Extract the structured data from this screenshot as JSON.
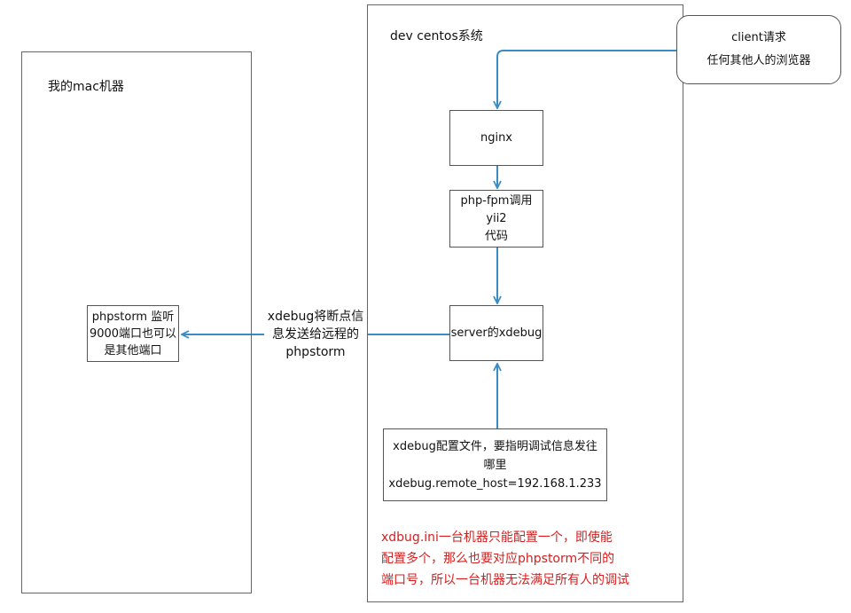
{
  "left_panel": {
    "title": "我的mac机器"
  },
  "right_panel": {
    "title": "dev centos系统"
  },
  "client": {
    "line1": "client请求",
    "line2": "任何其他人的浏览器"
  },
  "nodes": {
    "nginx": "nginx",
    "phpfpm": {
      "line1": "php-fpm调用yii2",
      "line2": "代码"
    },
    "server_xdebug": "server的xdebug",
    "phpstorm": {
      "line1": "phpstorm 监听",
      "line2": "9000端口也可以",
      "line3": "是其他端口"
    },
    "config": {
      "line1": "xdebug配置文件，要指明调试信息发往",
      "line2": "哪里",
      "line3": "xdebug.remote_host=192.168.1.233"
    }
  },
  "edge_label": {
    "line1": "xdebug将断点信",
    "line2": "息发送给远程的",
    "line3": "phpstorm"
  },
  "note": {
    "line1": "xdbug.ini一台机器只能配置一个，即使能",
    "line2": "配置多个，那么也要对应phpstorm不同的",
    "line3": "端口号，所以一台机器无法满足所有人的调试"
  },
  "colors": {
    "arrow": "#3b8cc4",
    "note": "#d71e1e",
    "border": "#555555"
  }
}
